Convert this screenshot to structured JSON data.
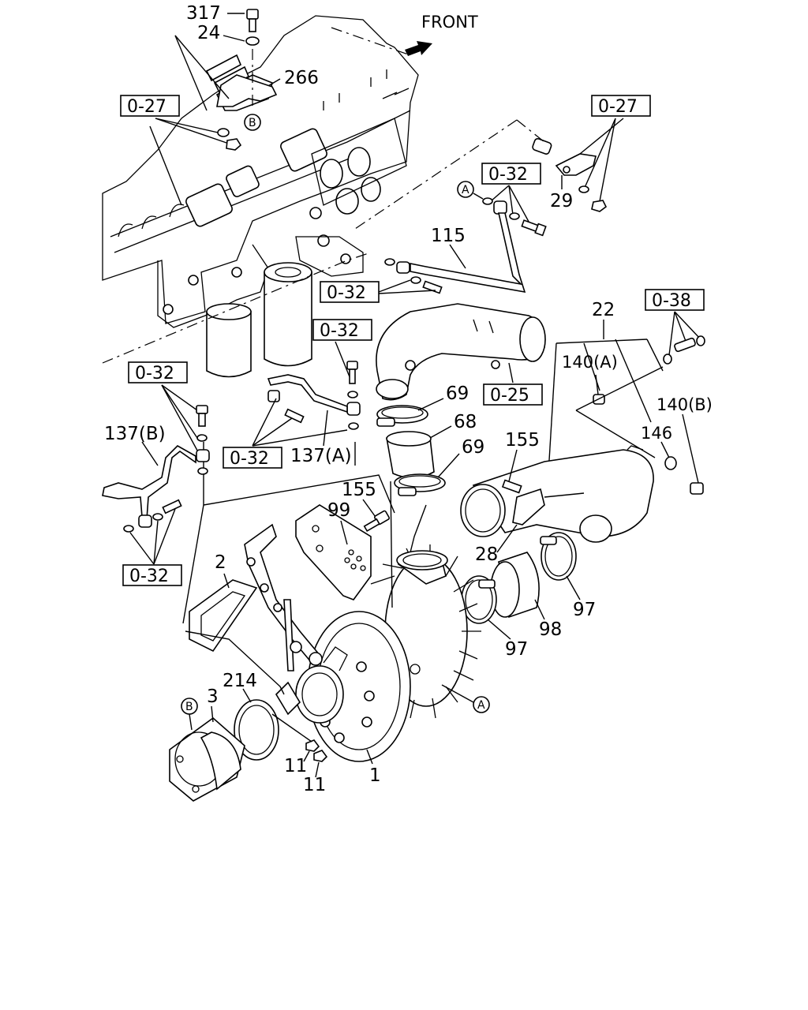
{
  "front_label": "FRONT",
  "callouts": {
    "c317": "317",
    "c24": "24",
    "c266": "266",
    "c29": "29",
    "c115": "115",
    "c22": "22",
    "c140a": "140(A)",
    "c140b": "140(B)",
    "c146": "146",
    "c69a": "69",
    "c68": "68",
    "c69b": "69",
    "c155a": "155",
    "c155b": "155",
    "c99": "99",
    "c137b": "137(B)",
    "c137a": "137(A)",
    "c2": "2",
    "c28": "28",
    "c97a": "97",
    "c98": "98",
    "c97b": "97",
    "c214": "214",
    "c3": "3",
    "c11a": "11",
    "c11b": "11",
    "c1": "1"
  },
  "refs": {
    "r027a": "0-27",
    "r027b": "0-27",
    "r032a": "0-32",
    "r032b": "0-32",
    "r032c": "0-32",
    "r032d": "0-32",
    "r032e": "0-32",
    "r032f": "0-32",
    "r038": "0-38",
    "r025": "0-25"
  },
  "markers": {
    "ma1": "A",
    "ma2": "A",
    "mb1": "B",
    "mb2": "B"
  }
}
